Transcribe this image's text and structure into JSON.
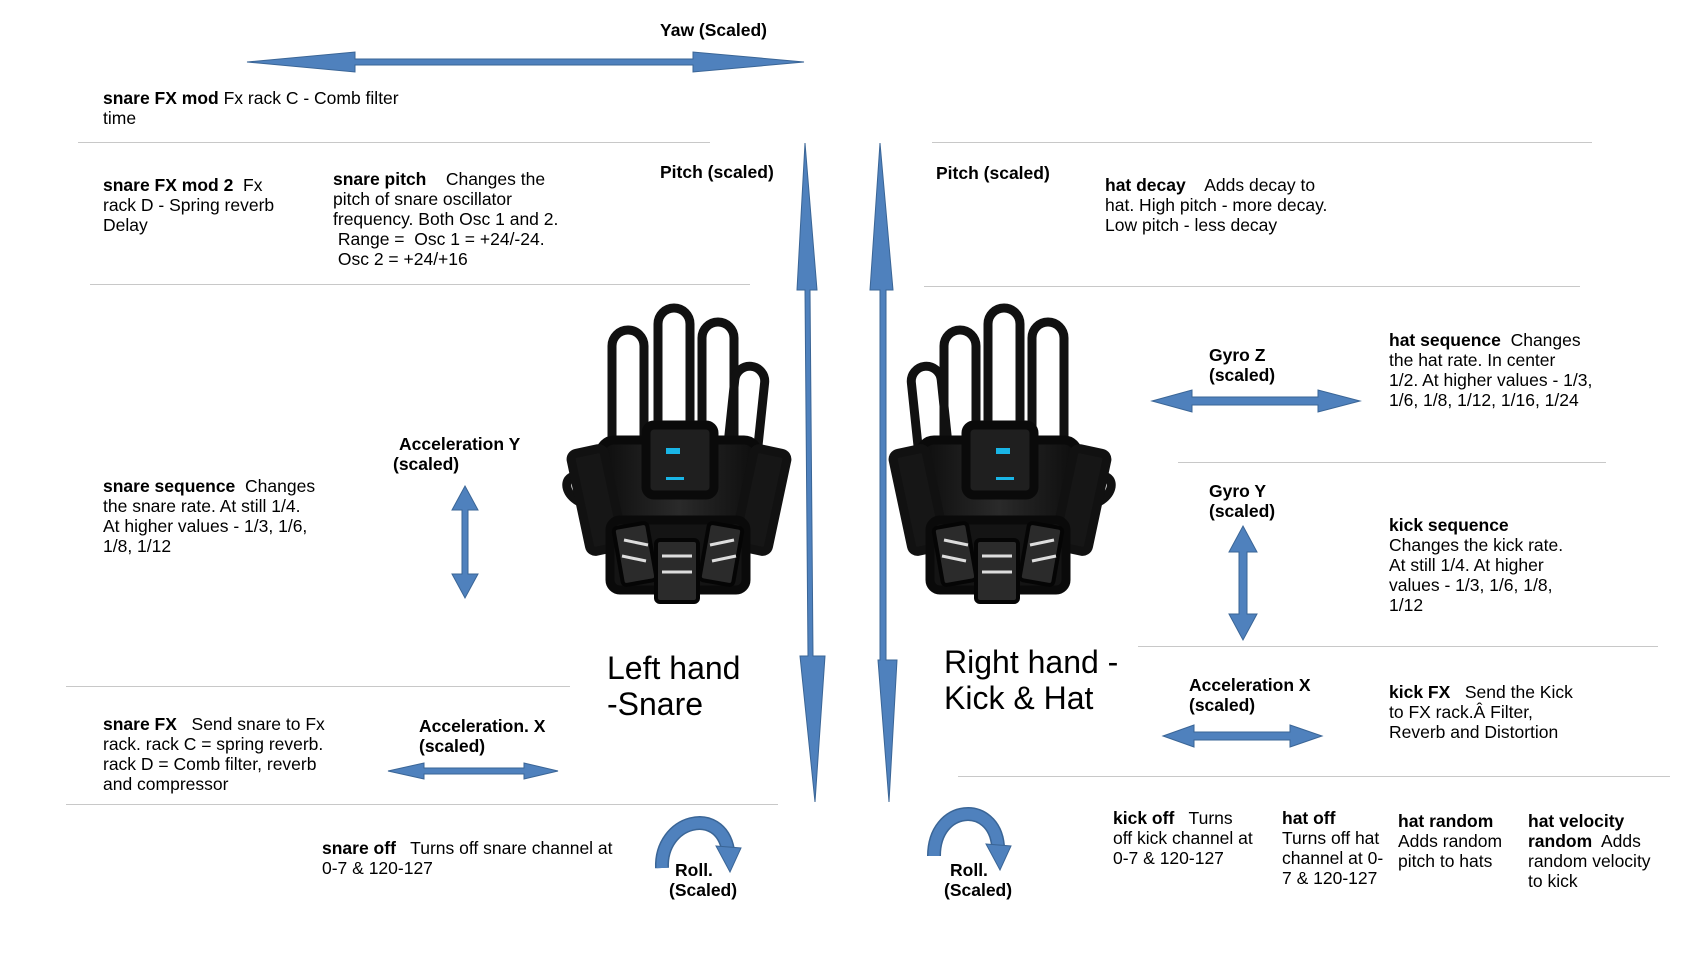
{
  "colors": {
    "arrow": "#4f81bd",
    "arrow_stroke": "#3a6596",
    "rule": "#c8c8c8",
    "glove": "#1c1c1c",
    "led": "#19b5e6"
  },
  "axes": {
    "yaw": "Yaw (Scaled)",
    "pitch_left": "Pitch (scaled)",
    "pitch_right": "Pitch (scaled)",
    "acc_y": [
      "Acceleration Y",
      "(scaled)"
    ],
    "acc_x_left": [
      "Acceleration. X",
      "(scaled)"
    ],
    "acc_x_right": [
      "Acceleration X",
      "(scaled)"
    ],
    "gyro_z": [
      "Gyro Z",
      "(scaled)"
    ],
    "gyro_y": [
      "Gyro Y",
      "(scaled)"
    ],
    "roll_left": [
      "Roll.",
      "(Scaled)"
    ],
    "roll_right": [
      "Roll.",
      "(Scaled)"
    ]
  },
  "hands": {
    "left": [
      "Left hand",
      "-Snare"
    ],
    "right": [
      "Right hand -",
      "Kick & Hat"
    ]
  },
  "left_params": {
    "snare_fx_mod": {
      "name": "snare FX mod",
      "desc": [
        " Fx rack C - Comb filter",
        "time"
      ]
    },
    "snare_fx_mod2": {
      "name": "snare FX mod 2",
      "desc": [
        "  Fx",
        "rack D - Spring reverb",
        "Delay"
      ]
    },
    "snare_pitch": {
      "name": "snare pitch",
      "desc": [
        "    Changes the",
        "pitch of snare oscillator",
        "frequency. Both Osc 1 and 2.",
        " Range =  Osc 1 = +24/-24.",
        " Osc 2 = +24/+16"
      ]
    },
    "snare_sequence": {
      "name": "snare sequence",
      "desc": [
        "  Changes",
        "the snare rate. At still 1/4.",
        "At higher values - 1/3, 1/6,",
        "1/8, 1/12"
      ]
    },
    "snare_fx": {
      "name": "snare FX",
      "desc": [
        "   Send snare to Fx",
        "rack. rack C = spring reverb.",
        "rack D = Comb filter, reverb",
        "and compressor"
      ]
    },
    "snare_off": {
      "name": "snare off",
      "desc": [
        "   Turns off snare channel at",
        "0-7 & 120-127"
      ]
    }
  },
  "right_params": {
    "hat_decay": {
      "name": "hat decay",
      "desc": [
        "    Adds decay to",
        "hat. High pitch - more decay.",
        "Low pitch - less decay"
      ]
    },
    "hat_sequence": {
      "name": "hat sequence",
      "desc": [
        "  Changes",
        "the hat rate. In center",
        "1/2. At higher values - 1/3,",
        "1/6, 1/8, 1/12, 1/16, 1/24"
      ]
    },
    "kick_sequence": {
      "name": "kick sequence",
      "desc": [
        "",
        "Changes the kick rate.",
        "At still 1/4. At higher",
        "values - 1/3, 1/6, 1/8,",
        "1/12"
      ]
    },
    "kick_fx": {
      "name": "kick FX",
      "desc": [
        "   Send the Kick",
        "to FX rack.Â Filter,",
        "Reverb and Distortion"
      ]
    },
    "kick_off": {
      "name": "kick off",
      "desc": [
        "   Turns",
        "off kick channel at",
        "0-7 & 120-127"
      ]
    },
    "hat_off": {
      "name": "hat off",
      "desc": [
        "",
        "Turns off hat",
        "channel at 0-",
        "7 & 120-127"
      ]
    },
    "hat_random": {
      "name": "hat random",
      "desc": [
        "",
        "Adds random",
        "pitch to hats"
      ]
    },
    "hat_velocity": {
      "name": "hat velocity",
      "name2": "random",
      "desc": [
        "  Adds",
        "random velocity",
        "to kick"
      ]
    }
  }
}
